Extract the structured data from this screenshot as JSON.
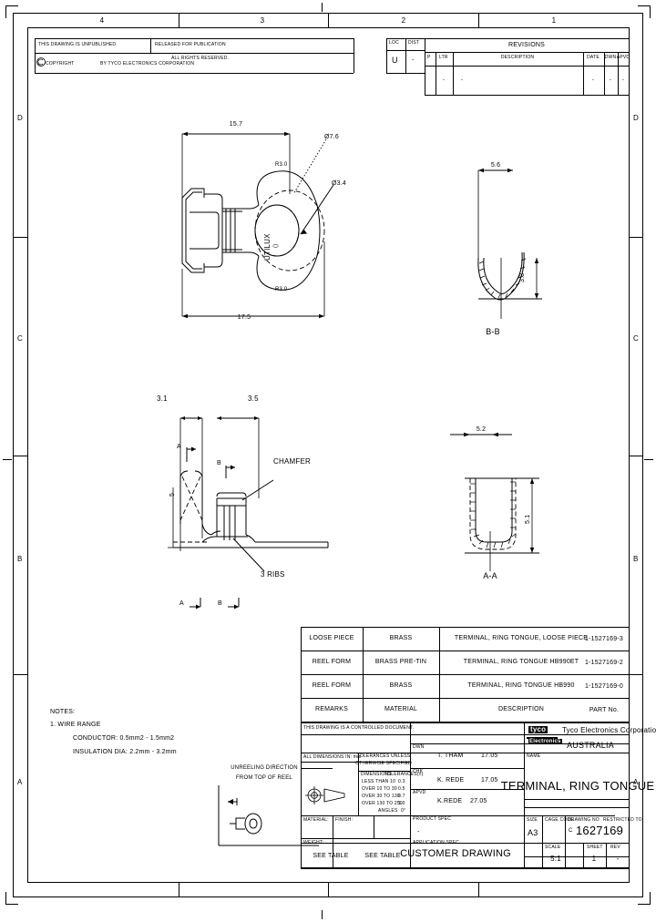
{
  "sheet": {
    "zone_cols_top": [
      "4",
      "3",
      "2",
      "1"
    ],
    "zone_rows_left": [
      "D",
      "C",
      "B",
      "A"
    ],
    "zone_rows_right": [
      "D",
      "C",
      "B",
      "A"
    ]
  },
  "header": {
    "unpublished_note": "THIS DRAWING IS UNPUBLISHED.",
    "released_note": "RELEASED FOR PUBLICATION",
    "copyright": "COPYRIGHT",
    "copyright_owner": "BY TYCO ELECTRONICS CORPORATION",
    "rights": "ALL RIGHTS RESERVED.",
    "loc_label": "LOC",
    "loc_value": "U",
    "dist_label": "DIST",
    "dist_value": "-"
  },
  "revisions": {
    "title": "REVISIONS",
    "columns": [
      "P",
      "LTR",
      "DESCRIPTION",
      "DATE",
      "DWN",
      "APVD"
    ],
    "rows": [
      {
        "p": "",
        "ltr": "-",
        "description": "-",
        "date": "-",
        "dwn": "-",
        "apvd": "-"
      }
    ]
  },
  "views": {
    "plan": {
      "brand_mark": "UTILUX",
      "dim_overall_length": "15.7",
      "dim_hole_outer": "Ø7.6",
      "dim_hole_inner": "Ø3.4",
      "dim_width": "17.5",
      "radius_top": "R3.0",
      "radius_bottom": "R3.0"
    },
    "side": {
      "dim_left": "3.1",
      "dim_right": "3.5",
      "dim_height": "5",
      "label_chamfer": "CHAMFER",
      "label_ribs": "3 RIBS",
      "section_mark_a_top": "A",
      "section_mark_b_top": "B",
      "section_mark_a_bottom": "A",
      "section_mark_b_bottom": "B"
    },
    "section_bb": {
      "label": "B-B",
      "dim_width": "5.6",
      "dim_height": "3.3"
    },
    "section_aa": {
      "label": "A-A",
      "dim_width": "5.2",
      "dim_height": "5.1"
    }
  },
  "notes": {
    "title": "NOTES:",
    "lines": [
      "1. WIRE RANGE",
      "CONDUCTOR:  0.5mm2 - 1.5mm2",
      "INSULATION DIA: 2.2mm - 3.2mm"
    ]
  },
  "reel": {
    "line1": "UNREELING DIRECTION",
    "line2": "FROM TOP OF REEL"
  },
  "parts_table": {
    "columns": [
      "REMARKS",
      "MATERIAL",
      "DESCRIPTION",
      "PART No."
    ],
    "rows": [
      {
        "remarks": "LOOSE PIECE",
        "material": "BRASS",
        "description": "TERMINAL, RING TONGUE, LOOSE PIECE",
        "part_no": "1-1527169-3"
      },
      {
        "remarks": "REEL FORM",
        "material": "BRASS PRE-TIN",
        "description": "TERMINAL, RING TONGUE HB990ET",
        "part_no": "1-1527169-2"
      },
      {
        "remarks": "REEL FORM",
        "material": "BRASS",
        "description": "TERMINAL, RING TONGUE HB990",
        "part_no": "1-1527169-0"
      }
    ]
  },
  "title_block": {
    "controlled_note": "THIS DRAWING IS A CONTROLLED DOCUMENT.",
    "dims_note": "ALL DIMENSIONS IN: mm",
    "tolerance_header_1": "TOLERANCES UNLESS",
    "tolerance_header_2": "OTHERWISE SPECIFIED",
    "tolerance_col_1": "DIMENSIONS",
    "tolerance_col_2": "TOLERANCES(±)",
    "tolerances": [
      {
        "range": "LESS THAN 10",
        "tol": "0.3"
      },
      {
        "range": "OVER 10 TO 30",
        "tol": "0.5"
      },
      {
        "range": "OVER 30 TO 130",
        "tol": "0.7"
      },
      {
        "range": "OVER 130 TO 250",
        "tol": "1.0"
      },
      {
        "range": "ANGLES",
        "tol": "0°"
      }
    ],
    "material_label": "MATERIAL:",
    "material_value": "SEE TABLE",
    "finish_label": "FINISH:",
    "finish_value": "SEE TABLE",
    "dwn_label": "DWN",
    "dwn_name": "T. THAM",
    "dwn_date": "17.05",
    "chk_label": "CHK",
    "chk_name": "K. REDE",
    "chk_date": "17.05",
    "apvd_label": "APVD",
    "apvd_name": "K.REDE",
    "apvd_date": "27.05",
    "product_spec_label": "PRODUCT SPEC",
    "product_spec_value": "-",
    "application_spec_label": "APPLICATION SPEC",
    "application_spec_value": "-",
    "weight_label": "WEIGHT:",
    "weight_value": "",
    "company_tyco": "tyco",
    "company_electronics": "Electronics",
    "company_name": "Tyco Electronics Corporation",
    "company_region": "AUSTRALIA",
    "name_label": "NAME",
    "drawing_title": "TERMINAL, RING TONGUE",
    "size_label": "SIZE",
    "size_value": "A3",
    "cage_label": "CAGE CODE",
    "cage_value": "",
    "drawing_no_label": "DRAWING NO",
    "drawing_no": "1627169",
    "drawing_no_prefix": "C",
    "restricted_label": "RESTRICTED TO",
    "restricted_value": "-",
    "customer_drawing": "CUSTOMER DRAWING",
    "scale_label": "SCALE",
    "scale_value": "5:1",
    "sheet_label": "SHEET",
    "sheet_value": "1",
    "rev_label": "REV",
    "rev_value": "-"
  }
}
